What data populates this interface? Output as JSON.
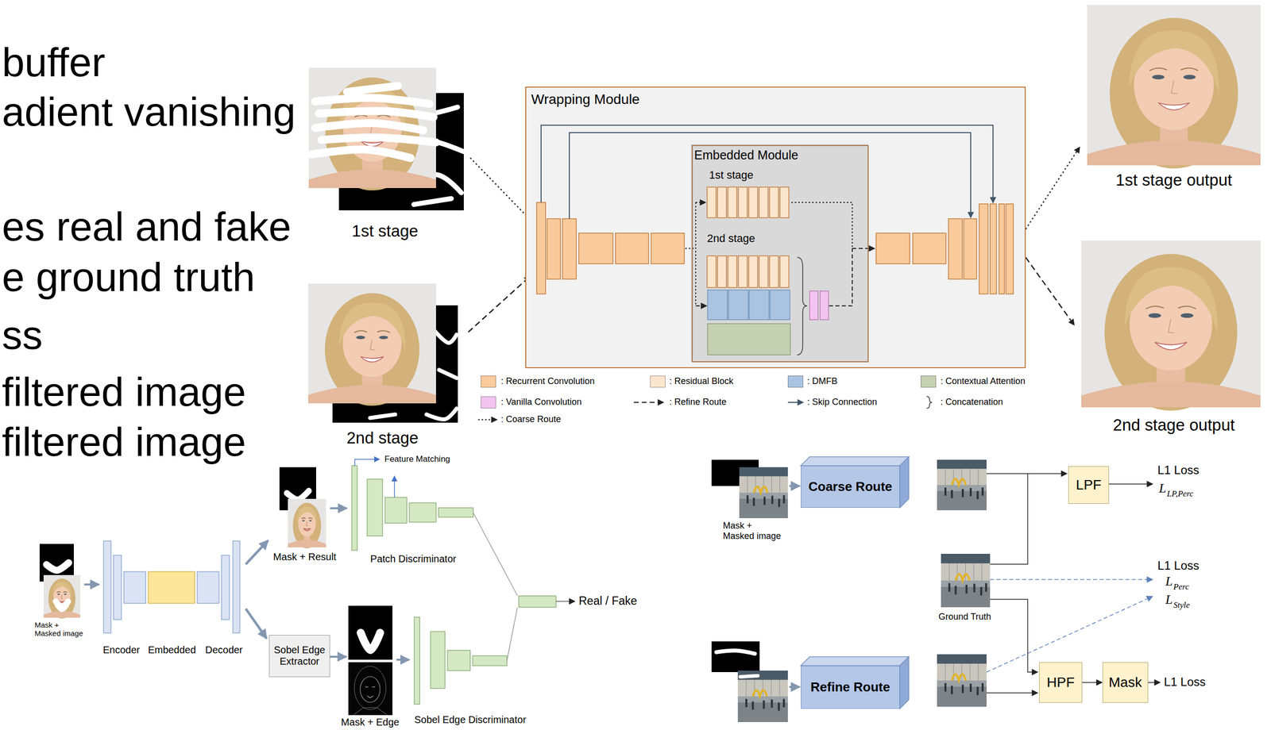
{
  "diagram": {
    "nodes": [
      {
        "text": [
          "Wrapping Module"
        ]
      },
      {
        "text": [
          "Embedded Module",
          "1st stage",
          "2nd stage"
        ],
        "in": 0
      },
      {
        "text": [
          "Sobel Edge Extractor"
        ]
      },
      {
        "text": [
          "Coarse Route"
        ]
      },
      {
        "text": [
          "LPF"
        ]
      },
      {
        "text": [
          "Refine Route"
        ]
      },
      {
        "text": [
          "HPF"
        ]
      },
      {
        "text": [
          "Mask"
        ]
      }
    ],
    "edges": [
      {
        "from": 6,
        "to": 7,
        "arrow": "to"
      }
    ],
    "labels": [
      "buffer",
      "adient vanishing",
      "es real and fake",
      "e ground truth",
      "ss",
      "filtered image",
      "filtered image",
      "1st stage",
      "2nd stage",
      "1st stage output",
      "2nd stage output",
      "Mask + Masked image",
      "Encoder",
      "Embedded",
      "Decoder",
      "Mask + Result",
      "Feature Matching",
      "Patch Discriminator",
      "Mask + Edge",
      "Sobel Edge Discriminator",
      "Real / Fake",
      "Mask + Masked image",
      "Ground Truth",
      "L1 Loss",
      "L",
      "LP,Perc",
      "L1 Loss",
      "L",
      "Perc",
      "L",
      "Style",
      "L1 Loss"
    ],
    "legend": [
      {
        "text": ": Recurrent Convolution",
        "color": "#f9cb9c"
      },
      {
        "text": ": Residual Block",
        "color": "#fce5cd"
      },
      {
        "text": ": DMFB",
        "color": "#a9c4e0"
      },
      {
        "text": ": Contextual Attention",
        "color": "#c5d0b3"
      },
      {
        "text": ": Vanilla Convolution",
        "color": "#f2c4ef"
      },
      {
        "text": ": Refine Route"
      },
      {
        "text": ": Skip Connection"
      },
      {
        "text": ": Concatenation"
      },
      {
        "text": ": Coarse Route"
      }
    ]
  }
}
